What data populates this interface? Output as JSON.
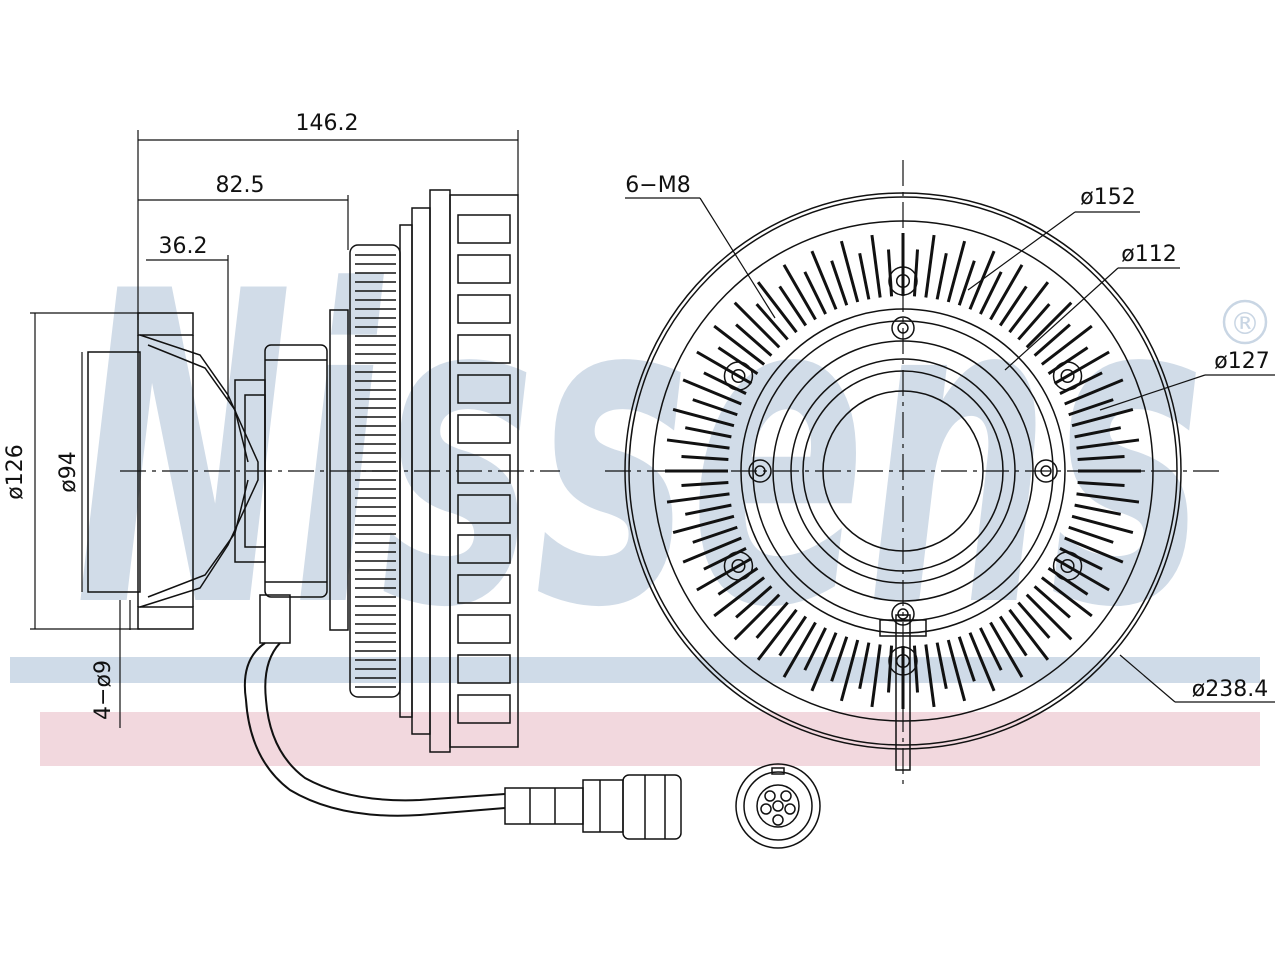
{
  "watermark": {
    "text": "Nissens",
    "registered_mark": "®",
    "colors": {
      "letters": "#c9d6e4",
      "blue_band": "#cfdbe8",
      "red_band": "#f2d8de"
    }
  },
  "dimensions": {
    "overall_length": "146.2",
    "hub_length": "82.5",
    "flange_length": "36.2",
    "outer_diameter_side": "ø126",
    "pilot_diameter": "ø94",
    "holes_side": "4−ø9",
    "threaded_holes": "6−M8",
    "bolt_circle_152": "ø152",
    "bolt_circle_112": "ø112",
    "diameter_127": "ø127",
    "fan_diameter": "ø238.4"
  },
  "colors": {
    "line": "#111111",
    "background": "#ffffff"
  }
}
